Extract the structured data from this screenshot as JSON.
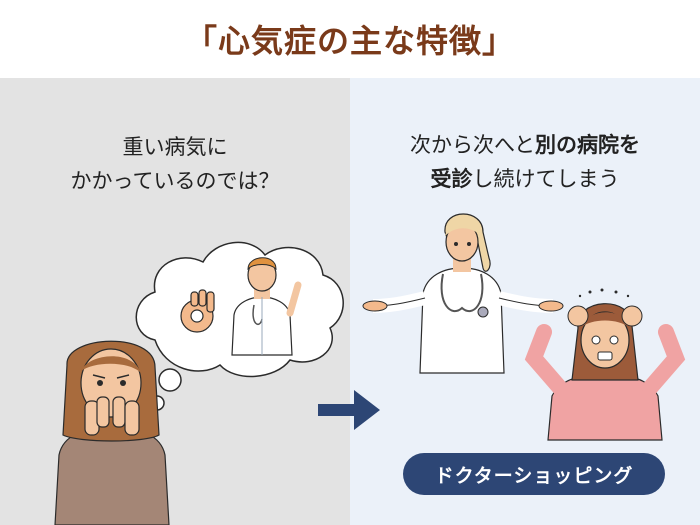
{
  "title": "「心気症の主な特徴」",
  "left_panel": {
    "line1": "重い病気に",
    "line2": "かかっているのでは？"
  },
  "right_panel": {
    "line1_a": "次から次へと",
    "line1_b": "別の病院を",
    "line2_a": "受診",
    "line2_b": "し続けてしまう"
  },
  "badge_label": "ドクターショッピング",
  "colors": {
    "title_text": "#7a3a1a",
    "left_bg": "#e3e3e3",
    "right_bg": "#ebf1f9",
    "arrow": "#2d4675",
    "badge_bg": "#2d4675"
  }
}
